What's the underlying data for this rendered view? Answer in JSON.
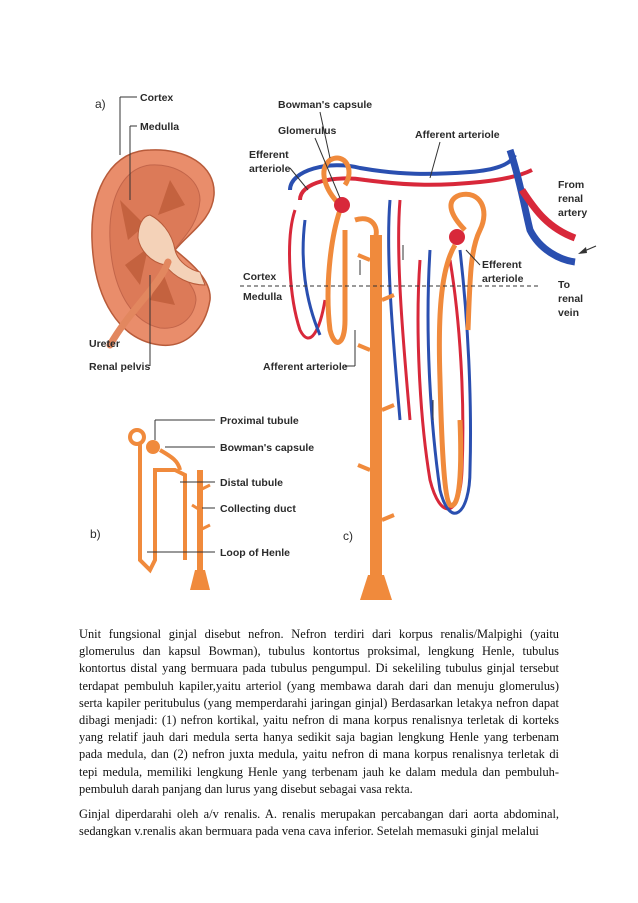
{
  "figure": {
    "panel_a": {
      "letter": "a)",
      "labels": {
        "cortex": "Cortex",
        "medulla": "Medulla",
        "ureter": "Ureter",
        "renal_pelvis": "Renal pelvis"
      }
    },
    "panel_b": {
      "letter": "b)",
      "labels": {
        "proximal_tubule": "Proximal tubule",
        "bowmans_capsule": "Bowman's capsule",
        "distal_tubule": "Distal tubule",
        "collecting_duct": "Collecting duct",
        "loop_of_henle": "Loop of Henle"
      }
    },
    "panel_c": {
      "letter": "c)",
      "labels": {
        "bowmans_capsule": "Bowman's capsule",
        "glomerulus": "Glomerulus",
        "efferent_arteriole_1a": "Efferent",
        "efferent_arteriole_1b": "arteriole",
        "afferent_arteriole_top": "Afferent arteriole",
        "from_renal_artery_1": "From",
        "from_renal_artery_2": "renal",
        "from_renal_artery_3": "artery",
        "cortex": "Cortex",
        "medulla": "Medulla",
        "efferent_arteriole_2a": "Efferent",
        "efferent_arteriole_2b": "arteriole",
        "to_renal_vein_1": "To",
        "to_renal_vein_2": "renal",
        "to_renal_vein_3": "vein",
        "afferent_arteriole_bottom": "Afferent arteriole"
      }
    },
    "colors": {
      "tubule": "#f08a3c",
      "artery": "#d8283a",
      "vein": "#2a4fb0",
      "kidney": "#e98d6b"
    }
  },
  "text": {
    "paragraph1": "Unit fungsional ginjal disebut nefron. Nefron terdiri dari korpus renalis/Malpighi (yaitu glomerulus dan kapsul Bowman), tubulus kontortus proksimal, lengkung Henle, tubulus kontortus distal yang bermuara pada tubulus pengumpul. Di sekeliling tubulus ginjal tersebut terdapat pembuluh kapiler,yaitu arteriol (yang membawa darah dari dan menuju glomerulus) serta kapiler peritubulus (yang memperdarahi jaringan ginjal) Berdasarkan letakya nefron dapat dibagi menjadi: (1) nefron kortikal, yaitu nefron di mana korpus renalisnya terletak di korteks yang relatif jauh dari medula serta hanya sedikit saja bagian lengkung Henle yang terbenam pada medula, dan (2) nefron juxta medula, yaitu nefron di mana korpus renalisnya terletak di tepi medula, memiliki lengkung Henle yang terbenam jauh ke dalam medula dan pembuluh-pembuluh darah panjang dan lurus yang disebut sebagai vasa rekta.",
    "paragraph2": "Ginjal diperdarahi oleh a/v renalis. A. renalis merupakan percabangan dari aorta abdominal, sedangkan v.renalis akan bermuara pada vena cava inferior. Setelah memasuki ginjal melalui"
  }
}
